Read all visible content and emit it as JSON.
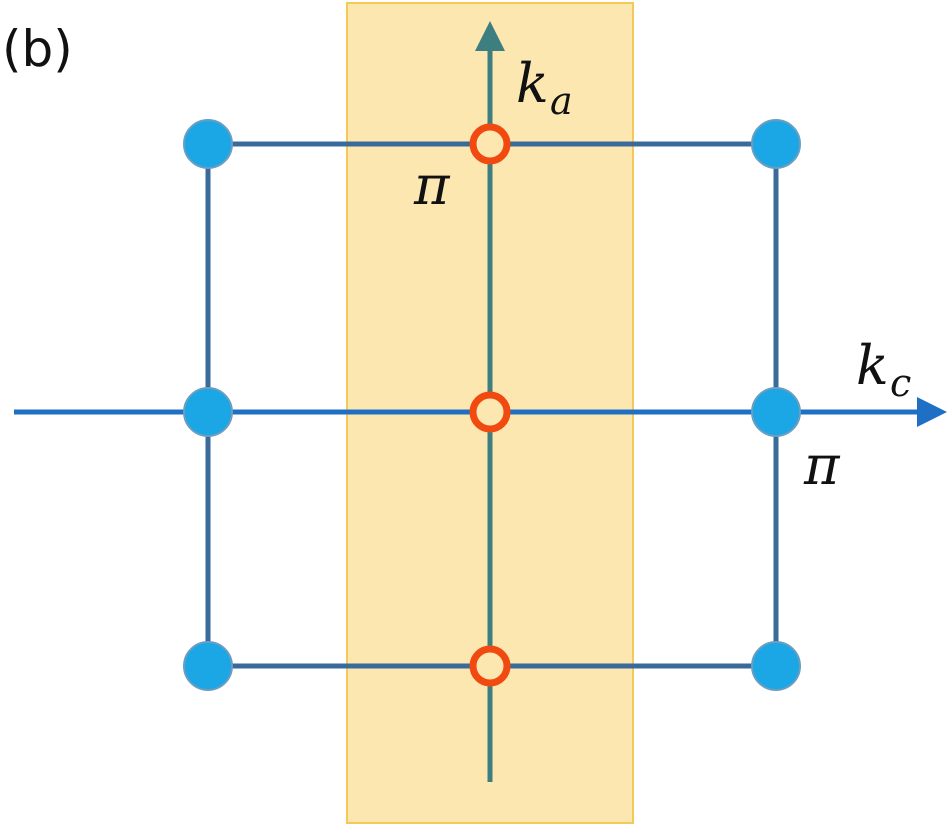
{
  "panel_label": "(b)",
  "labels": {
    "ka_main": "k",
    "ka_sub": "a",
    "kc_main": "k",
    "kc_sub": "c",
    "pi_top": "π",
    "pi_right": "π"
  },
  "colors": {
    "band_fill": "#fde7b0",
    "band_stroke": "#f3c95a",
    "grid_line": "#3a6a9a",
    "kc_axis": "#1f6fc4",
    "ka_axis": "#3d7f80",
    "filled_node": "#1ba6e6",
    "filled_node_stroke": "#6a9ec0",
    "open_node_stroke": "#f04a10",
    "open_node_fill": "#fde7b0"
  }
}
